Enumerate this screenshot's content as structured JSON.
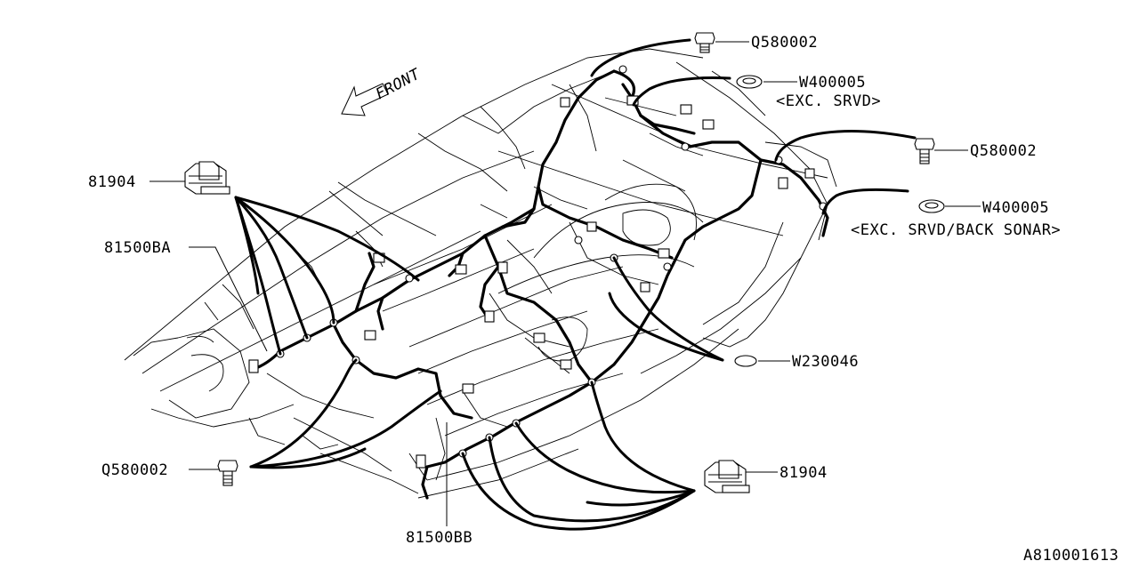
{
  "diagram": {
    "front_label": "FRONT",
    "figure_id": "A810001613",
    "callouts": [
      {
        "id": "q580002_top",
        "part": "Q580002",
        "note": ""
      },
      {
        "id": "w400005_top",
        "part": "W400005",
        "note": "<EXC. SRVD>"
      },
      {
        "id": "q580002_right",
        "part": "Q580002",
        "note": ""
      },
      {
        "id": "w400005_right",
        "part": "W400005",
        "note": "<EXC. SRVD/BACK SONAR>"
      },
      {
        "id": "r81904_left",
        "part": "81904",
        "note": ""
      },
      {
        "id": "r81500ba",
        "part": "81500BA",
        "note": ""
      },
      {
        "id": "w230046",
        "part": "W230046",
        "note": ""
      },
      {
        "id": "q580002_bottom",
        "part": "Q580002",
        "note": ""
      },
      {
        "id": "r81904_right",
        "part": "81904",
        "note": ""
      },
      {
        "id": "r81500bb",
        "part": "81500BB",
        "note": ""
      }
    ],
    "icons": [
      "bolt-icon",
      "grommet-icon",
      "connector-holder-icon",
      "front-arrow-icon"
    ]
  }
}
